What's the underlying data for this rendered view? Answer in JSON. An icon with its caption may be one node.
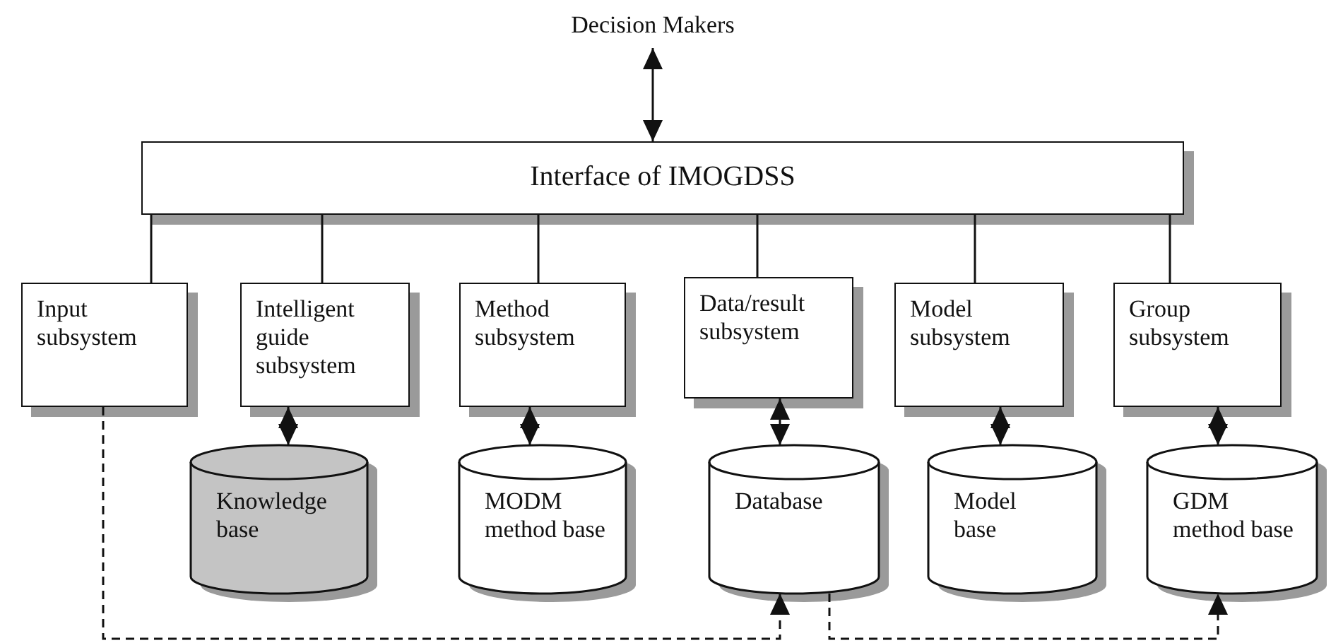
{
  "diagram": {
    "nodes": [
      {
        "text": [
          "Decision Makers"
        ]
      },
      {
        "text": [
          "Interface of IMOGDSS"
        ]
      },
      {
        "text": [
          "Input subsystem"
        ]
      },
      {
        "text": [
          "Intelligent guide subsystem"
        ]
      },
      {
        "text": [
          "Method subsystem"
        ]
      },
      {
        "text": [
          "Data/result subsystem"
        ]
      },
      {
        "text": [
          "Model subsystem"
        ]
      },
      {
        "text": [
          "Group subsystem"
        ]
      },
      {
        "text": [
          "Knowledge base"
        ]
      },
      {
        "text": [
          "MODM method base"
        ]
      },
      {
        "text": [
          "Database"
        ]
      },
      {
        "text": [
          "Model base"
        ]
      },
      {
        "text": [
          "GDM method base"
        ]
      }
    ],
    "edges": [
      {
        "from": 0,
        "to": 1,
        "arrow": "both"
      },
      {
        "from": 1,
        "to": 2,
        "arrow": "none"
      },
      {
        "from": 1,
        "to": 3,
        "arrow": "none"
      },
      {
        "from": 1,
        "to": 4,
        "arrow": "none"
      },
      {
        "from": 1,
        "to": 5,
        "arrow": "none"
      },
      {
        "from": 1,
        "to": 6,
        "arrow": "none"
      },
      {
        "from": 1,
        "to": 7,
        "arrow": "none"
      },
      {
        "from": 3,
        "to": 8,
        "arrow": "both"
      },
      {
        "from": 4,
        "to": 9,
        "arrow": "both"
      },
      {
        "from": 5,
        "to": 10,
        "arrow": "both"
      },
      {
        "from": 6,
        "to": 11,
        "arrow": "both"
      },
      {
        "from": 7,
        "to": 12,
        "arrow": "both"
      },
      {
        "from": 2,
        "to": 10,
        "arrow": "to",
        "style": "dashed"
      },
      {
        "from": 10,
        "to": 12,
        "arrow": "to",
        "style": "dashed"
      }
    ]
  }
}
